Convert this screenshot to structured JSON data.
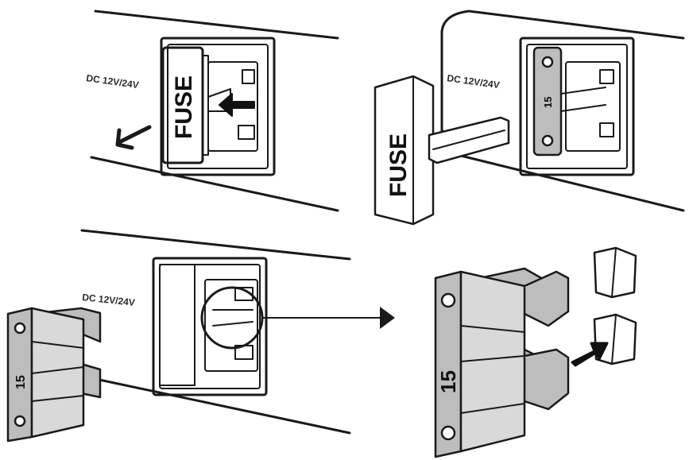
{
  "panels": {
    "top_left": {
      "voltage_label": "DC 12V/24V",
      "cover_label": "FUSE"
    },
    "top_right": {
      "voltage_label": "DC 12V/24V",
      "cover_label": "FUSE",
      "fuse_rating": "15"
    },
    "bottom_left": {
      "voltage_label": "DC 12V/24V",
      "fuse_rating": "15"
    },
    "bottom_right": {
      "fuse_rating": "15"
    }
  },
  "colors": {
    "ink": "#1a1a1a",
    "fuse_body": "#bdbdbd",
    "paper": "#ffffff"
  }
}
